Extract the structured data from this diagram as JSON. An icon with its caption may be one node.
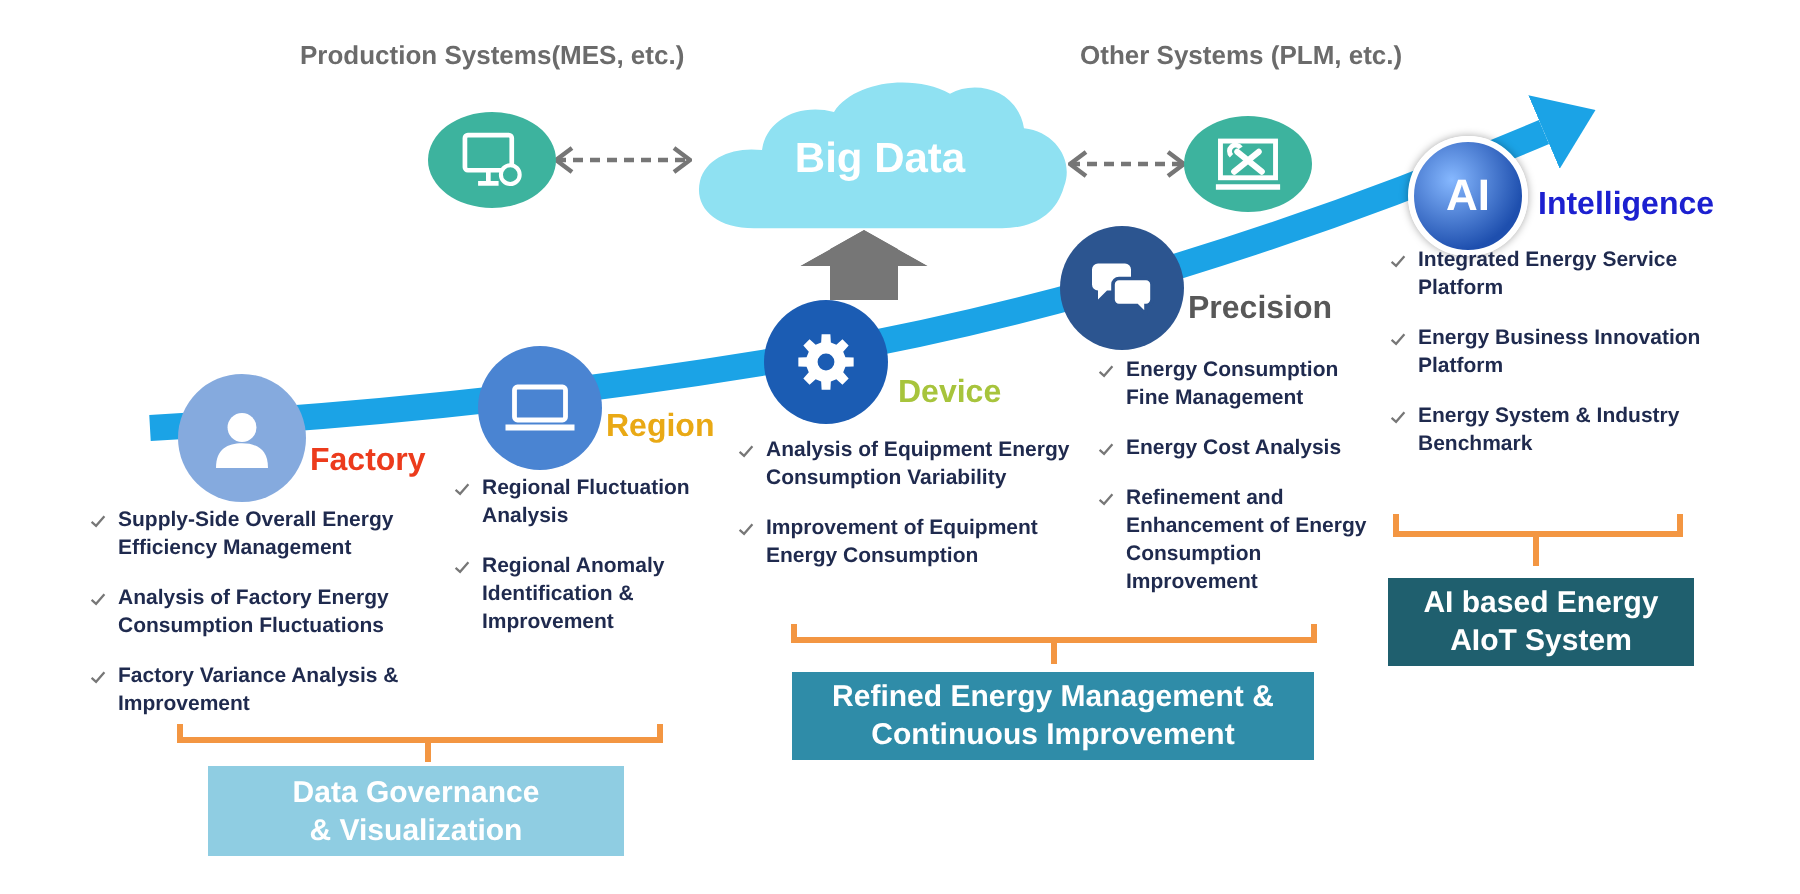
{
  "diagram": {
    "nodes": [
      {
        "text": [
          "Production Systems(MES, etc.)"
        ]
      },
      {
        "text": [
          "Big Data"
        ]
      },
      {
        "text": [
          "Other Systems (PLM, etc.)"
        ]
      },
      {
        "text": [
          "Factory"
        ],
        "beside": [
          "Supply-Side Overall Energy Efficiency Management",
          "Analysis of Factory Energy Consumption Fluctuations",
          "Factory Variance Analysis & Improvement"
        ]
      },
      {
        "text": [
          "Region"
        ],
        "beside": [
          "Regional Fluctuation Analysis",
          "Regional Anomaly Identification & Improvement"
        ]
      },
      {
        "text": [
          "Device"
        ],
        "beside": [
          "Analysis of Equipment Energy Consumption Variability",
          "Improvement of Equipment Energy Consumption"
        ]
      },
      {
        "text": [
          "Precision"
        ],
        "beside": [
          "Energy Consumption Fine Management",
          "Energy Cost Analysis",
          "Refinement and Enhancement of Energy Consumption Improvement"
        ]
      },
      {
        "text": [
          "AI",
          "Intelligence"
        ],
        "beside": [
          "Integrated Energy Service Platform",
          "Energy Business Innovation Platform",
          "Energy System & Industry Benchmark"
        ]
      },
      {
        "text": [
          "Data Governance & Visualization"
        ]
      },
      {
        "text": [
          "Refined Energy Management & Continuous Improvement"
        ]
      },
      {
        "text": [
          "AI based Energy AIoT System"
        ]
      }
    ],
    "edges": [
      {
        "from": 0,
        "to": 1,
        "arrow": "both",
        "style": "dashed"
      },
      {
        "from": 1,
        "to": 2,
        "arrow": "both",
        "style": "dashed"
      },
      {
        "from": 5,
        "to": 1,
        "arrow": "to",
        "style": "thick"
      }
    ]
  }
}
